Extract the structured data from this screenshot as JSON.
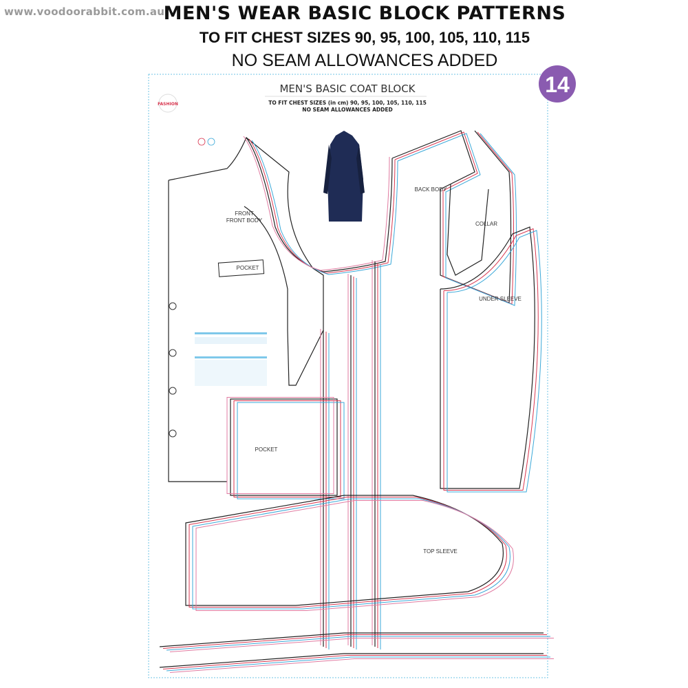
{
  "watermark": "www.voodoorabbit.com.au",
  "header": {
    "title": "MEN'S WEAR BASIC BLOCK PATTERNS",
    "subtitle": "TO FIT CHEST SIZES 90, 95, 100, 105, 110, 115",
    "note": "NO SEAM ALLOWANCES ADDED"
  },
  "badge": {
    "number": "14",
    "color": "#8a5bb0"
  },
  "sheet": {
    "title": "MEN'S BASIC COAT BLOCK",
    "subtitle": "TO FIT CHEST SIZES (in cm) 90, 95, 100, 105, 110, 115",
    "note": "NO SEAM ALLOWANCES ADDED",
    "logo": "FASHION"
  },
  "pieces": {
    "front_body": "FRONT BODY",
    "pocket_flap": "POCKET",
    "pocket": "POCKET",
    "back_body": "BACK BODY",
    "collar": "COLLAR",
    "under_sleeve": "UNDER SLEEVE",
    "top_sleeve": "TOP SLEEVE"
  },
  "colors": {
    "size_black": "#222222",
    "size_red": "#d8364f",
    "size_blue": "#3aa8d8",
    "size_pink": "#e07aa0",
    "border": "#6cc3e6",
    "coat": "#1f2c55"
  }
}
